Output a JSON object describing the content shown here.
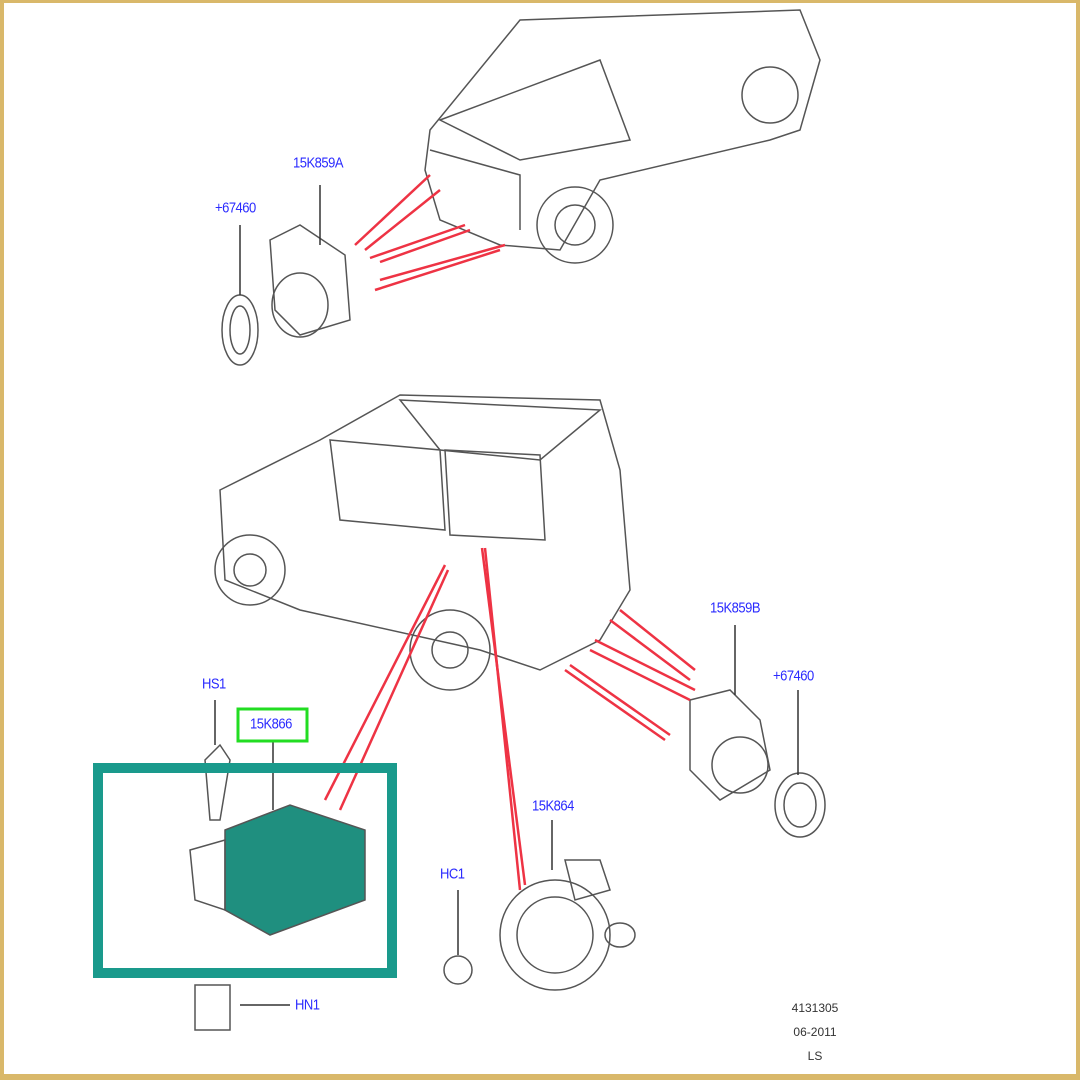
{
  "labels": {
    "front_sensor": "15K859A",
    "front_bezel": "+67460",
    "rear_sensor": "15K859B",
    "rear_bezel": "+67460",
    "module_screw": "HS1",
    "module": "15K866",
    "sounder": "15K864",
    "sounder_clip": "HC1",
    "module_nut": "HN1"
  },
  "footer": {
    "code": "4131305",
    "date": "06-2011",
    "tag": "LS"
  },
  "colors": {
    "highlight_box": "#1a9a8c",
    "label_box": "#22dd22",
    "leader": "#ee3344",
    "label": "#2a2aff"
  }
}
